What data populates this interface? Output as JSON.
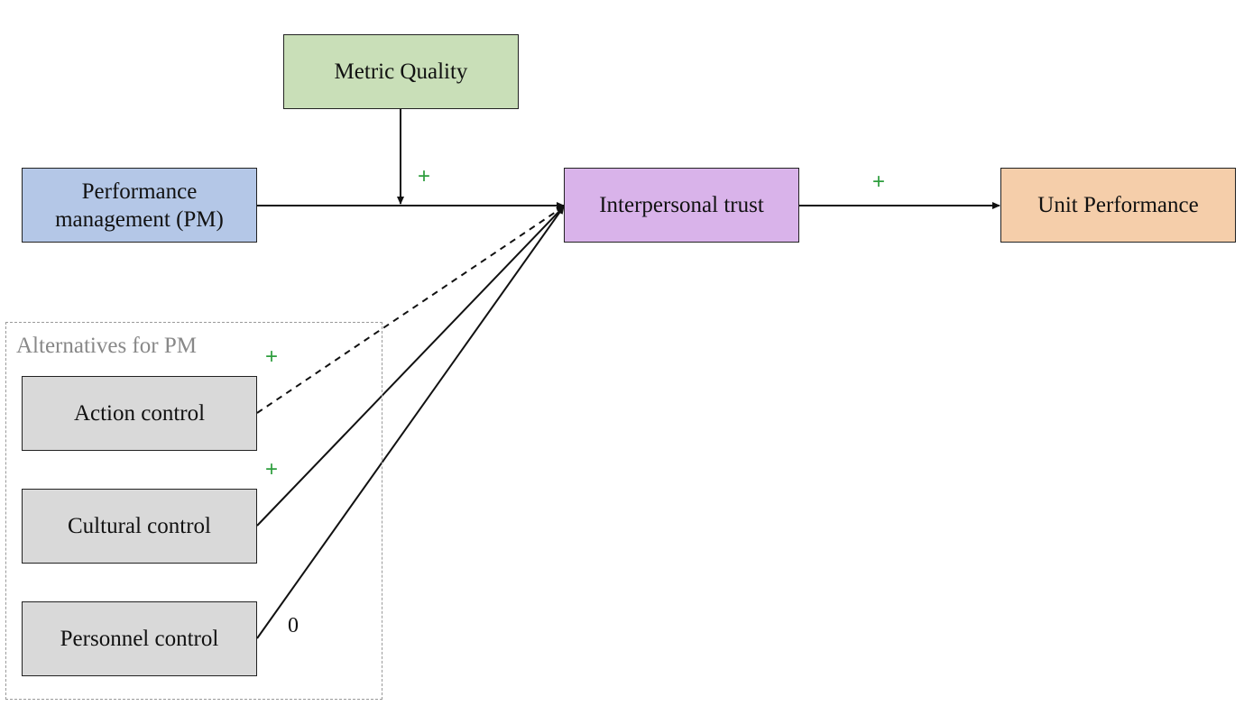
{
  "colors": {
    "pm_fill": "#b4c7e7",
    "metric_fill": "#c9dfb8",
    "trust_fill": "#d9b3ea",
    "unit_fill": "#f5ceaa",
    "control_fill": "#d9d9d9",
    "positive_sign": "#2e9e3e",
    "neutral_sign": "#111111",
    "group_border": "#9a9a9a"
  },
  "nodes": {
    "metric_quality": "Metric Quality",
    "performance_management": "Performance\nmanagement (PM)",
    "interpersonal_trust": "Interpersonal trust",
    "unit_performance": "Unit Performance",
    "action_control": "Action control",
    "cultural_control": "Cultural control",
    "personnel_control": "Personnel control"
  },
  "group": {
    "label": "Alternatives for PM"
  },
  "edges": [
    {
      "from": "performance_management",
      "to": "interpersonal_trust",
      "style": "solid",
      "sign": "+"
    },
    {
      "from": "metric_quality",
      "to": "pm_trust_link",
      "style": "solid",
      "sign": ""
    },
    {
      "from": "interpersonal_trust",
      "to": "unit_performance",
      "style": "solid",
      "sign": "+"
    },
    {
      "from": "action_control",
      "to": "interpersonal_trust",
      "style": "dashed",
      "sign": "+"
    },
    {
      "from": "cultural_control",
      "to": "interpersonal_trust",
      "style": "solid",
      "sign": "+"
    },
    {
      "from": "personnel_control",
      "to": "interpersonal_trust",
      "style": "solid",
      "sign": "0"
    }
  ]
}
